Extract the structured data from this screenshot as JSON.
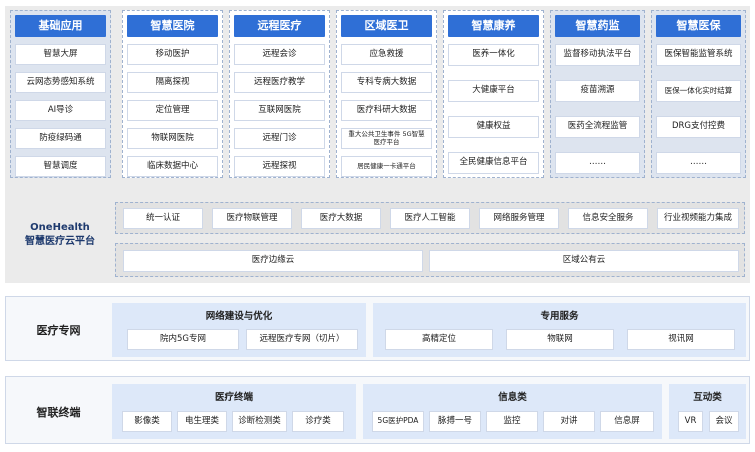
{
  "app_columns": [
    {
      "title": "基础应用",
      "items": [
        "智慧大屏",
        "云网态势感知系统",
        "AI导诊",
        "防疫绿码通",
        "智慧调度"
      ]
    },
    {
      "title": "智慧医院",
      "items": [
        "移动医护",
        "隔离探视",
        "定位管理",
        "物联网医院",
        "临床数据中心"
      ]
    },
    {
      "title": "远程医疗",
      "items": [
        "远程会诊",
        "远程医疗教学",
        "互联网医院",
        "远程门诊",
        "远程探视"
      ]
    },
    {
      "title": "区域医卫",
      "items": [
        "应急救援",
        "专科专病大数据",
        "医疗科研大数据",
        "重大公共卫生事件 5G智慧医疗平台",
        "居民健康一卡通平台"
      ]
    },
    {
      "title": "智慧康养",
      "items": [
        "医养一体化",
        "大健康平台",
        "健康权益",
        "全民健康信息平台"
      ]
    },
    {
      "title": "智慧药监",
      "items": [
        "监督移动执法平台",
        "疫苗溯源",
        "医药全流程监管",
        "……"
      ]
    },
    {
      "title": "智慧医保",
      "items": [
        "医保智能监管系统",
        "医保一体化实时结算",
        "DRG支付控费",
        "……"
      ]
    }
  ],
  "platform": {
    "name_line1": "OneHealth",
    "name_line2": "智慧医疗云平台",
    "services": [
      "统一认证",
      "医疗物联管理",
      "医疗大数据",
      "医疗人工智能",
      "网络服务管理",
      "信息安全服务",
      "行业视频能力集成"
    ],
    "clouds": [
      "医疗边缘云",
      "区域公有云"
    ]
  },
  "network": {
    "label": "医疗专网",
    "groups": [
      {
        "title": "网络建设与优化",
        "items": [
          "院内5G专网",
          "远程医疗专网（切片）"
        ]
      },
      {
        "title": "专用服务",
        "items": [
          "高精定位",
          "物联网",
          "视讯网"
        ]
      }
    ]
  },
  "terminals": {
    "label": "智联终端",
    "groups": [
      {
        "title": "医疗终端",
        "items": [
          "影像类",
          "电生理类",
          "诊断检测类",
          "诊疗类"
        ]
      },
      {
        "title": "信息类",
        "items": [
          "5G医护PDA",
          "脉搏一号",
          "监控",
          "对讲",
          "信息屏"
        ]
      },
      {
        "title": "互动类",
        "items": [
          "VR",
          "会议"
        ]
      }
    ]
  },
  "colors": {
    "accent": "#2f6fd6"
  }
}
